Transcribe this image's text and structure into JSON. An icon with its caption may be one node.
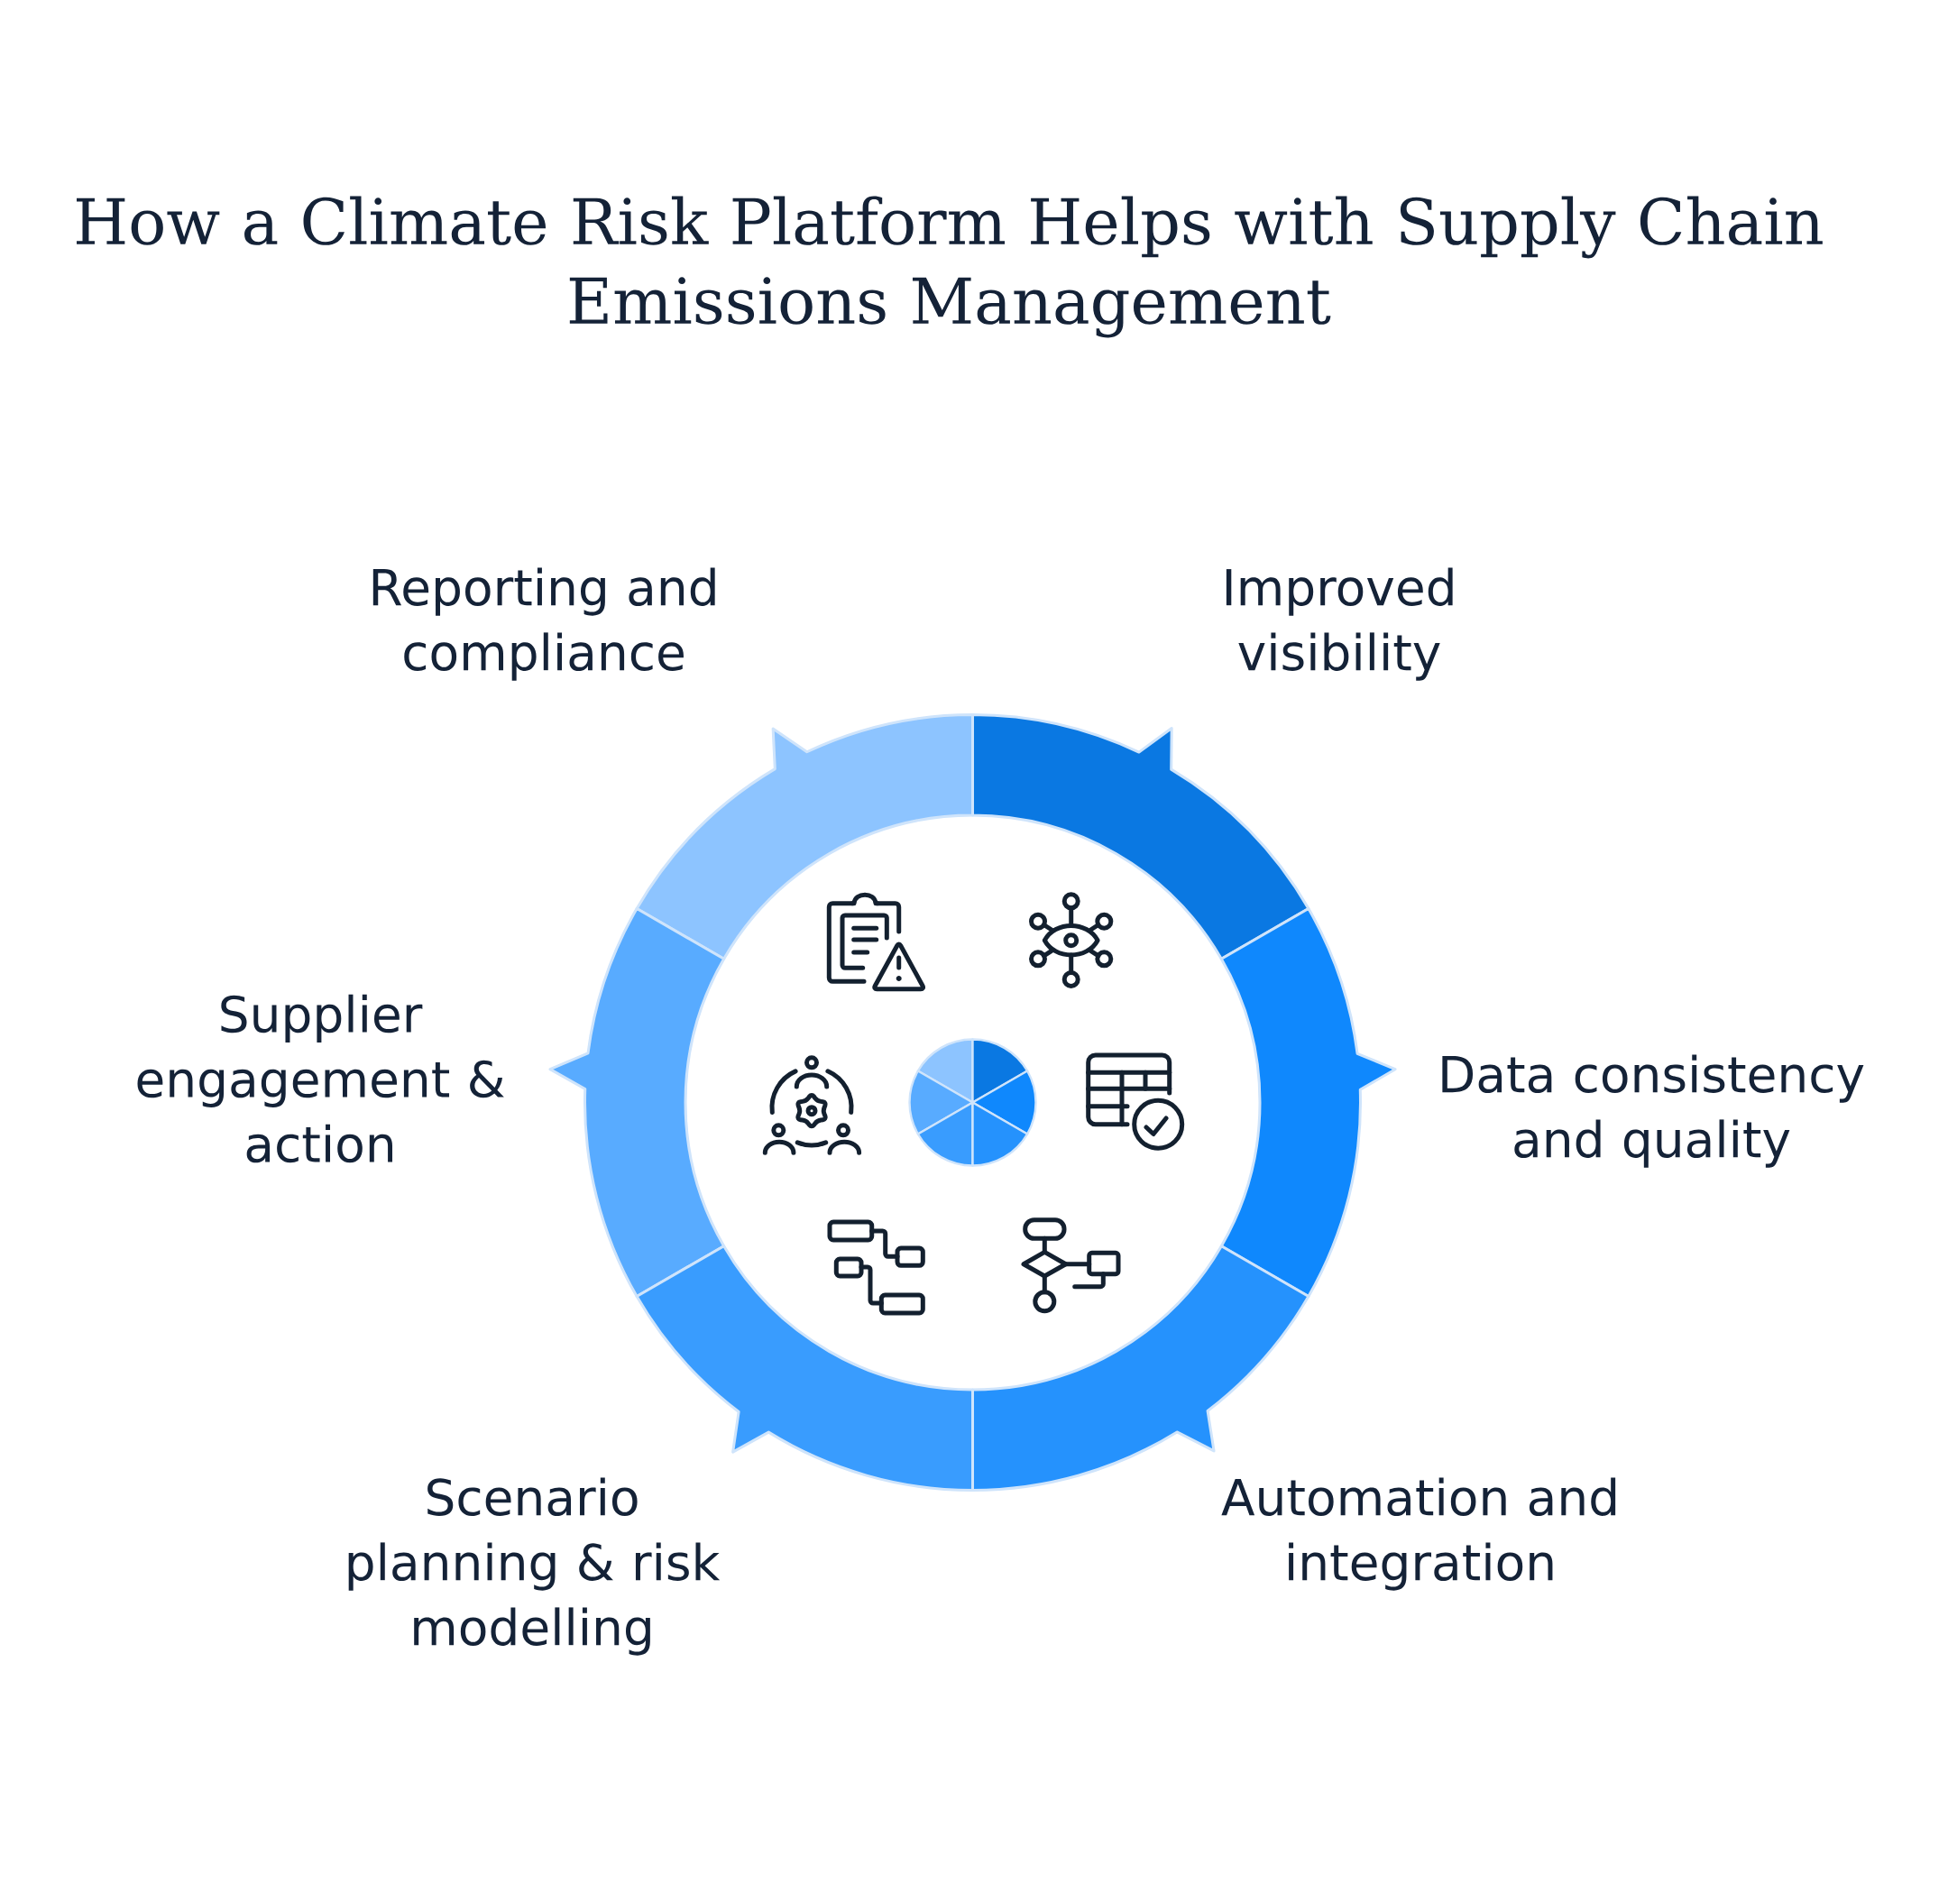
{
  "diagram": {
    "title": "How a Climate Risk Platform Helps with Supply Chain Emissions Management",
    "nodes": [
      {
        "text": [
          "Reporting and compliance"
        ]
      },
      {
        "text": [
          "Improved visibility"
        ]
      },
      {
        "text": [
          "Supplier engagement & action"
        ]
      },
      {
        "text": [
          "Data consistency and quality"
        ]
      },
      {
        "text": [
          "Scenario planning & risk modelling"
        ]
      },
      {
        "text": [
          "Automation and integration"
        ]
      }
    ]
  }
}
